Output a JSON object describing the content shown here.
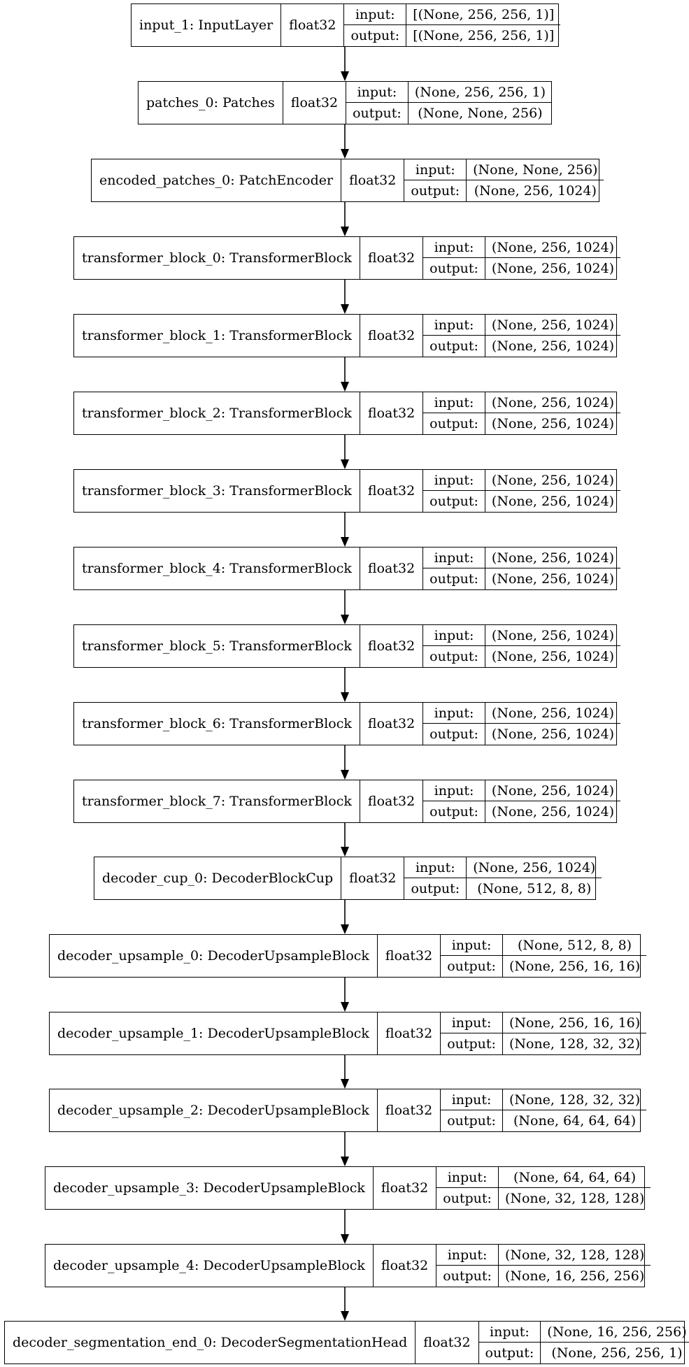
{
  "layers": [
    {
      "name": "input_1: InputLayer",
      "dtype": "float32",
      "input_label": "input:",
      "input": "[(None, 256, 256, 1)]",
      "output_label": "output:",
      "output": "[(None, 256, 256, 1)]"
    },
    {
      "name": "patches_0: Patches",
      "dtype": "float32",
      "input_label": "input:",
      "input": "(None, 256, 256, 1)",
      "output_label": "output:",
      "output": "(None, None, 256)"
    },
    {
      "name": "encoded_patches_0: PatchEncoder",
      "dtype": "float32",
      "input_label": "input:",
      "input": "(None, None, 256)",
      "output_label": "output:",
      "output": "(None, 256, 1024)"
    },
    {
      "name": "transformer_block_0: TransformerBlock",
      "dtype": "float32",
      "input_label": "input:",
      "input": "(None, 256, 1024)",
      "output_label": "output:",
      "output": "(None, 256, 1024)"
    },
    {
      "name": "transformer_block_1: TransformerBlock",
      "dtype": "float32",
      "input_label": "input:",
      "input": "(None, 256, 1024)",
      "output_label": "output:",
      "output": "(None, 256, 1024)"
    },
    {
      "name": "transformer_block_2: TransformerBlock",
      "dtype": "float32",
      "input_label": "input:",
      "input": "(None, 256, 1024)",
      "output_label": "output:",
      "output": "(None, 256, 1024)"
    },
    {
      "name": "transformer_block_3: TransformerBlock",
      "dtype": "float32",
      "input_label": "input:",
      "input": "(None, 256, 1024)",
      "output_label": "output:",
      "output": "(None, 256, 1024)"
    },
    {
      "name": "transformer_block_4: TransformerBlock",
      "dtype": "float32",
      "input_label": "input:",
      "input": "(None, 256, 1024)",
      "output_label": "output:",
      "output": "(None, 256, 1024)"
    },
    {
      "name": "transformer_block_5: TransformerBlock",
      "dtype": "float32",
      "input_label": "input:",
      "input": "(None, 256, 1024)",
      "output_label": "output:",
      "output": "(None, 256, 1024)"
    },
    {
      "name": "transformer_block_6: TransformerBlock",
      "dtype": "float32",
      "input_label": "input:",
      "input": "(None, 256, 1024)",
      "output_label": "output:",
      "output": "(None, 256, 1024)"
    },
    {
      "name": "transformer_block_7: TransformerBlock",
      "dtype": "float32",
      "input_label": "input:",
      "input": "(None, 256, 1024)",
      "output_label": "output:",
      "output": "(None, 256, 1024)"
    },
    {
      "name": "decoder_cup_0: DecoderBlockCup",
      "dtype": "float32",
      "input_label": "input:",
      "input": "(None, 256, 1024)",
      "output_label": "output:",
      "output": "(None, 512, 8, 8)"
    },
    {
      "name": "decoder_upsample_0: DecoderUpsampleBlock",
      "dtype": "float32",
      "input_label": "input:",
      "input": "(None, 512, 8, 8)",
      "output_label": "output:",
      "output": "(None, 256, 16, 16)"
    },
    {
      "name": "decoder_upsample_1: DecoderUpsampleBlock",
      "dtype": "float32",
      "input_label": "input:",
      "input": "(None, 256, 16, 16)",
      "output_label": "output:",
      "output": "(None, 128, 32, 32)"
    },
    {
      "name": "decoder_upsample_2: DecoderUpsampleBlock",
      "dtype": "float32",
      "input_label": "input:",
      "input": "(None, 128, 32, 32)",
      "output_label": "output:",
      "output": "(None, 64, 64, 64)"
    },
    {
      "name": "decoder_upsample_3: DecoderUpsampleBlock",
      "dtype": "float32",
      "input_label": "input:",
      "input": "(None, 64, 64, 64)",
      "output_label": "output:",
      "output": "(None, 32, 128, 128)"
    },
    {
      "name": "decoder_upsample_4: DecoderUpsampleBlock",
      "dtype": "float32",
      "input_label": "input:",
      "input": "(None, 32, 128, 128)",
      "output_label": "output:",
      "output": "(None, 16, 256, 256)"
    },
    {
      "name": "decoder_segmentation_end_0: DecoderSegmentationHead",
      "dtype": "float32",
      "input_label": "input:",
      "input": "(None, 16, 256, 256)",
      "output_label": "output:",
      "output": "(None, 256, 256, 1)"
    }
  ]
}
